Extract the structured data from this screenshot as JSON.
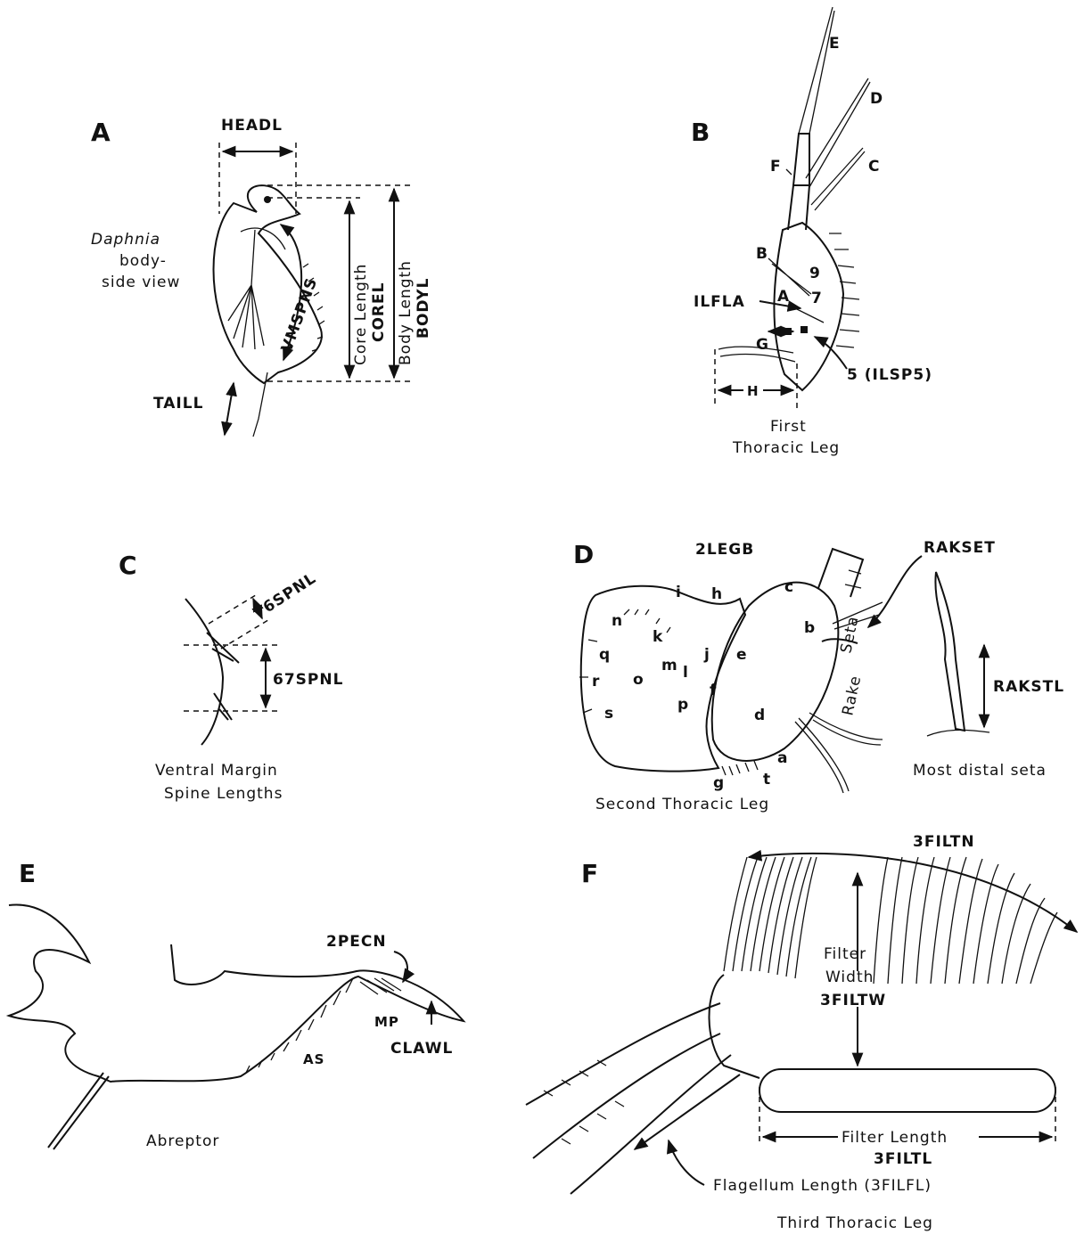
{
  "panels": {
    "A": {
      "letter": "A",
      "species": "Daphnia",
      "view_line1": "body-",
      "view_line2": "side view",
      "headl": "HEADL",
      "vmspns": "VMSPNS",
      "core_length": "Core Length",
      "corel": "COREL",
      "body_length": "Body Length",
      "bodyl": "BODYL",
      "taill": "TAILL"
    },
    "B": {
      "letter": "B",
      "seta_e": "E",
      "seta_d": "D",
      "seta_c": "C",
      "seta_f": "F",
      "seta_b": "B",
      "seta_a": "A",
      "seta_g": "G",
      "seta_h": "H",
      "num_9": "9",
      "num_7": "7",
      "ilfla": "ILFLA",
      "ilsp5": "5 (ILSP5)",
      "caption_line1": "First",
      "caption_line2": "Thoracic Leg"
    },
    "C": {
      "letter": "C",
      "spnl6": "6SPNL",
      "spnl67": "67SPNL",
      "caption_line1": "Ventral Margin",
      "caption_line2": "Spine Lengths"
    },
    "D": {
      "letter": "D",
      "legb": "2LEGB",
      "rakset": "RAKSET",
      "rakstl": "RAKSTL",
      "seta": "Seta",
      "rake": "Rake",
      "most_distal": "Most distal seta",
      "caption": "Second Thoracic Leg",
      "letters": [
        "a",
        "b",
        "c",
        "d",
        "e",
        "f",
        "g",
        "h",
        "i",
        "j",
        "k",
        "l",
        "m",
        "n",
        "o",
        "p",
        "q",
        "r",
        "s",
        "t"
      ]
    },
    "E": {
      "letter": "E",
      "pecn": "2PECN",
      "mp": "MP",
      "clawl": "CLAWL",
      "as": "AS",
      "caption": "Abreptor"
    },
    "F": {
      "letter": "F",
      "filtn": "3FILTN",
      "filter": "Filter",
      "width": "Width",
      "filtw": "3FILTW",
      "filter_length": "Filter Length",
      "filtl": "3FILTL",
      "flagellum": "Flagellum Length (3FILFL)",
      "caption": "Third Thoracic Leg"
    }
  }
}
